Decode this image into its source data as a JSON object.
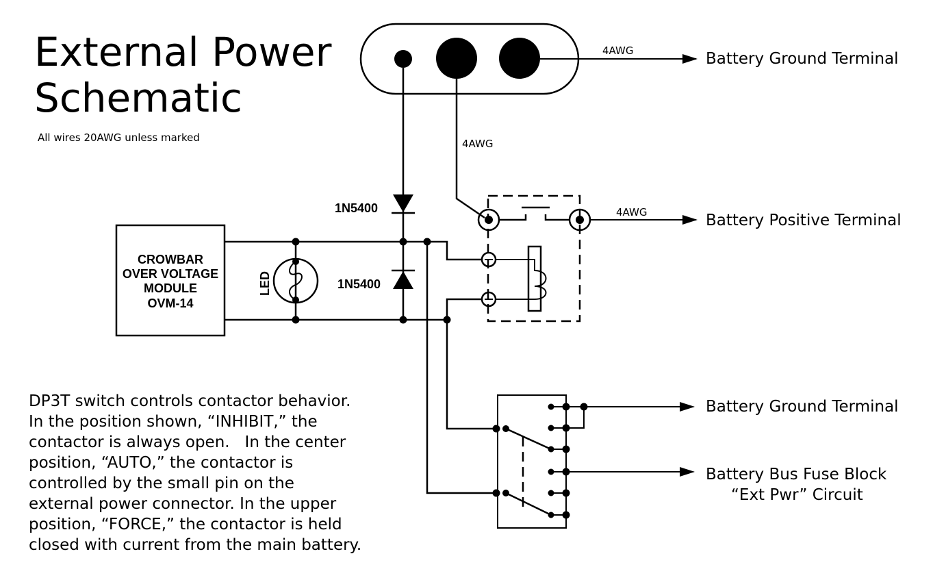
{
  "title": {
    "line1": "External Power",
    "line2": "Schematic"
  },
  "subtitle": "All wires 20AWG unless marked",
  "wire_labels": {
    "ground_top": "4AWG",
    "vertical": "4AWG",
    "positive": "4AWG"
  },
  "terminals": {
    "battery_ground_top": "Battery Ground Terminal",
    "battery_positive": "Battery Positive Terminal",
    "battery_ground_switch": "Battery Ground Terminal",
    "fuse_block_line1": "Battery Bus Fuse Block",
    "fuse_block_line2": "“Ext Pwr” Circuit"
  },
  "components": {
    "diode_top": "1N5400",
    "diode_bottom": "1N5400",
    "led": "LED",
    "ovm": {
      "line1": "CROWBAR",
      "line2": "OVER VOLTAGE",
      "line3": "MODULE",
      "line4": "OVM-14"
    }
  },
  "description": [
    "DP3T switch controls contactor behavior.",
    "In the position shown, “INHIBIT,” the",
    "contactor is always open.   In the center",
    "position, “AUTO,” the contactor is",
    "controlled by the small pin on the",
    "external power connector. In the upper",
    "position, “FORCE,” the contactor is held",
    "closed with current from the main battery."
  ]
}
